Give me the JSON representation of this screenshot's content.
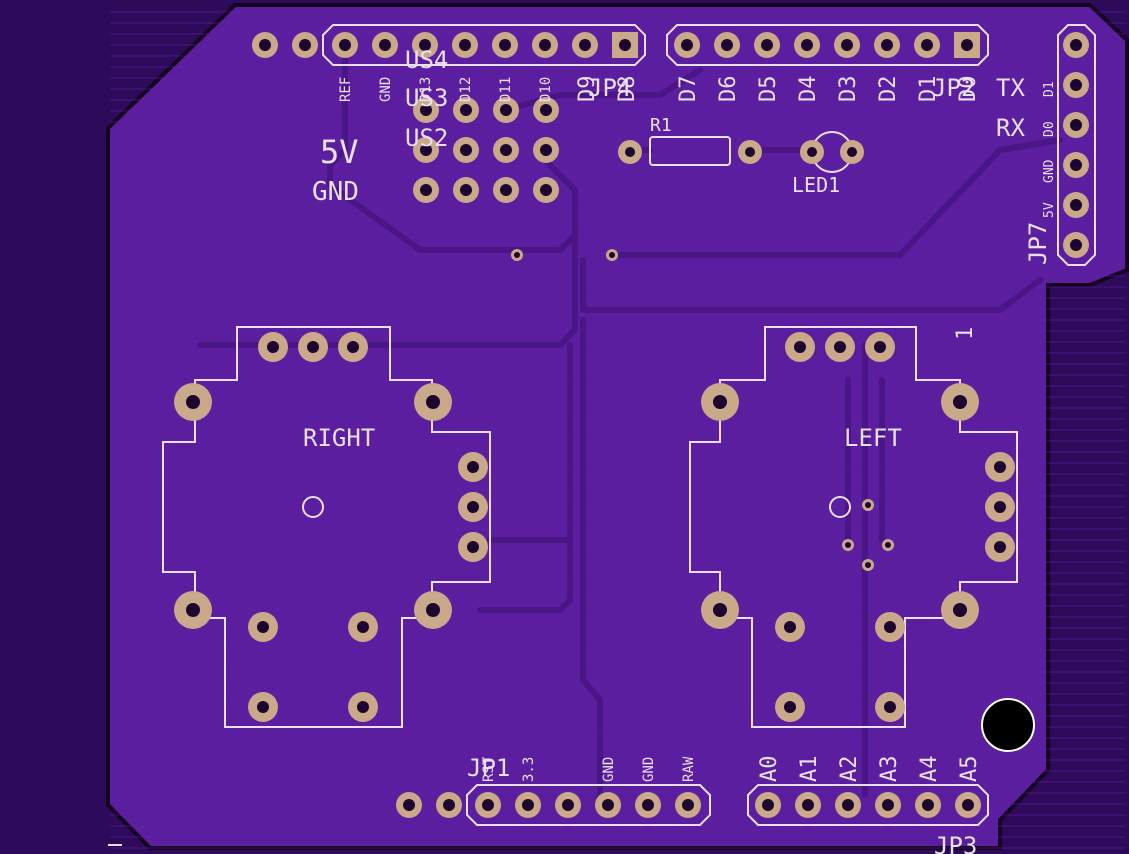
{
  "colors": {
    "background": "#2d0b5a",
    "board": "#5a1e9e",
    "copper": "#4a1585",
    "silkscreen": "#e8e0f0",
    "pad": "#c9a98a",
    "drill": "#1c0630"
  },
  "labels": {
    "top_header_left": [
      "REF",
      "GND",
      "D13",
      "D12",
      "D11",
      "D10",
      "D9",
      "D8"
    ],
    "top_header_right": [
      "D7",
      "D6",
      "D5",
      "D4",
      "D3",
      "D2",
      "D1",
      "D0"
    ],
    "jp4": "JP4",
    "jp2": "JP2",
    "us4": "US4",
    "us3": "US3",
    "us2": "US2",
    "power_5v": "5V",
    "power_gnd": "GND",
    "r1": "R1",
    "led1": "LED1",
    "tx": "TX",
    "rx": "RX",
    "jp7_pins": [
      "D1",
      "D0",
      "GND",
      "5V"
    ],
    "jp7": "JP7",
    "pin1": "1",
    "right_joystick": "RIGHT",
    "left_joystick": "LEFT",
    "jp1": "JP1",
    "bottom_left_pins": [
      "RST",
      "3.3",
      "GND",
      "GND",
      "RAW"
    ],
    "bottom_right_pins": [
      "A0",
      "A1",
      "A2",
      "A3",
      "A4",
      "A5"
    ],
    "jp3": "JP3"
  }
}
